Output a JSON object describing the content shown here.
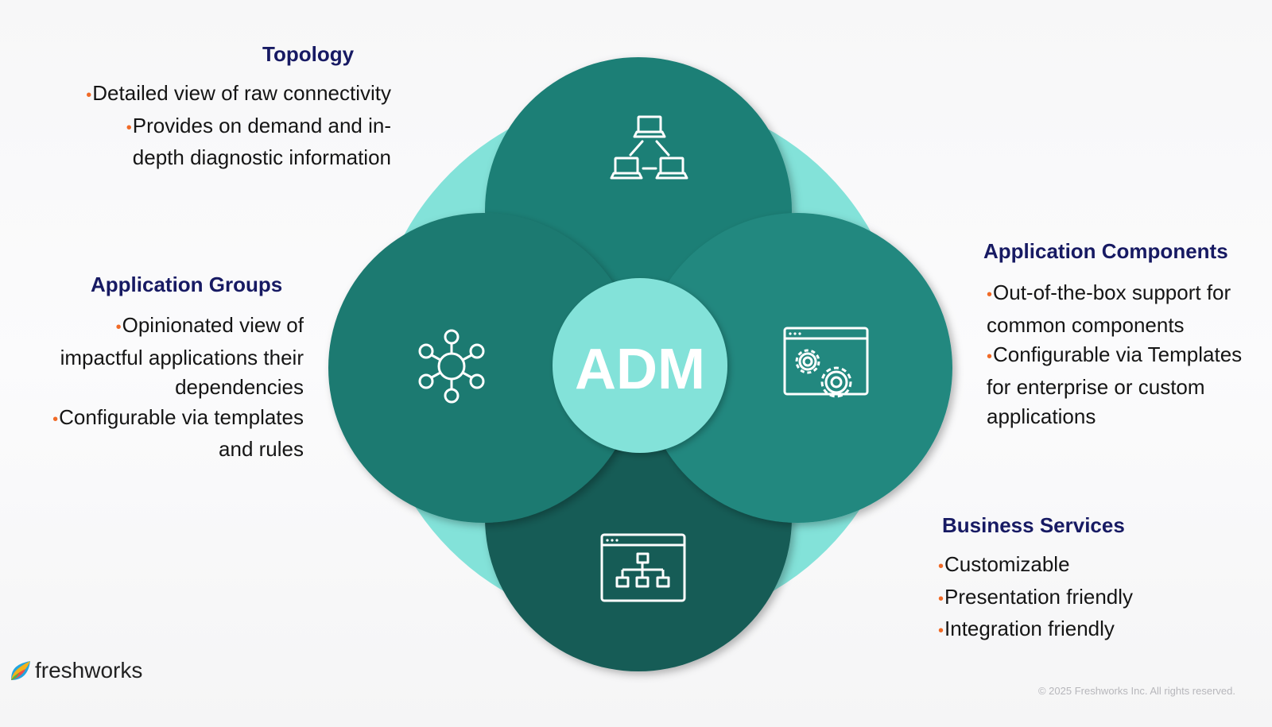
{
  "center": {
    "label": "ADM"
  },
  "colors": {
    "outer_light": "#83e2d9",
    "teal": "#1f7f76",
    "teal_dark": "#185c56",
    "center_light": "#83e2d9",
    "heading": "#171a63",
    "bullet": "#f06a27"
  },
  "sections": {
    "topology": {
      "title": "Topology",
      "icon": "network-computers-icon",
      "bullets": [
        "Detailed view of raw connectivity",
        "Provides on demand and in-depth diagnostic information"
      ]
    },
    "app_groups": {
      "title": "Application Groups",
      "icon": "hub-nodes-icon",
      "bullets": [
        "Opinionated view of impactful applications their dependencies",
        "Configurable via templates and rules"
      ]
    },
    "app_components": {
      "title": "Application Components",
      "icon": "window-gears-icon",
      "bullets": [
        "Out-of-the-box support for common components",
        "Configurable via Templates for enterprise or custom applications"
      ]
    },
    "business_services": {
      "title": "Business Services",
      "icon": "window-hierarchy-icon",
      "bullets": [
        "Customizable",
        "Presentation friendly",
        "Integration friendly"
      ]
    }
  },
  "footer": {
    "brand": "freshworks",
    "copyright": "© 2025 Freshworks Inc. All rights reserved."
  }
}
